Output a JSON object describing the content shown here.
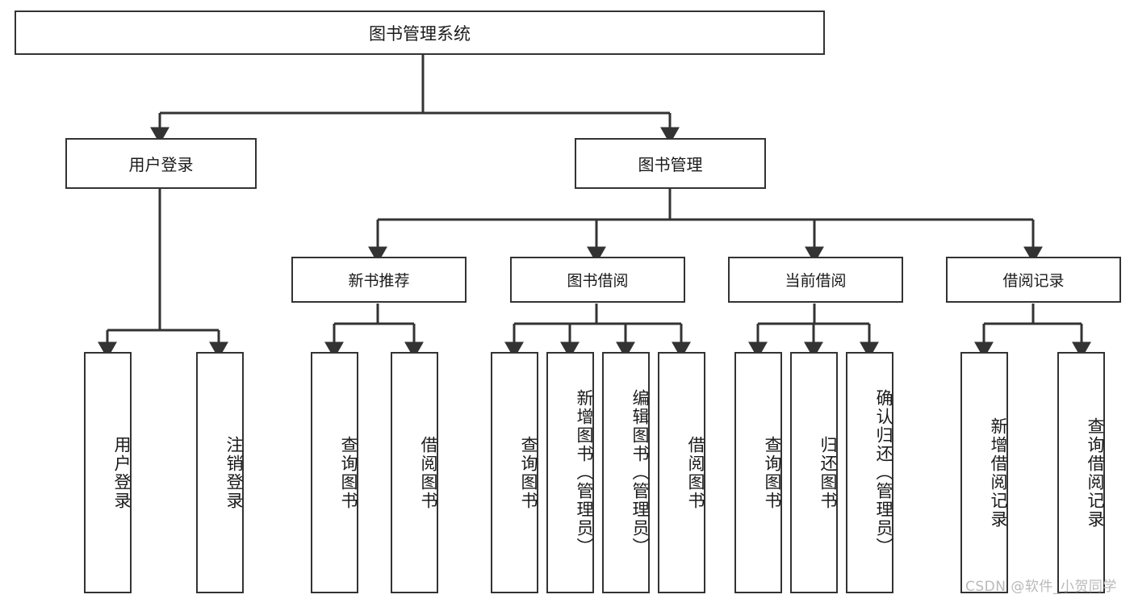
{
  "diagram": {
    "type": "tree",
    "title": "图书管理系统",
    "root": {
      "label": "图书管理系统"
    },
    "level1": [
      {
        "label": "用户登录"
      },
      {
        "label": "图书管理"
      }
    ],
    "level2": [
      {
        "label": "新书推荐"
      },
      {
        "label": "图书借阅"
      },
      {
        "label": "当前借阅"
      },
      {
        "label": "借阅记录"
      }
    ],
    "leaves": [
      {
        "label": "用户登录",
        "parent": "用户登录"
      },
      {
        "label": "注销登录",
        "parent": "用户登录"
      },
      {
        "label": "查询图书",
        "parent": "新书推荐"
      },
      {
        "label": "借阅图书",
        "parent": "新书推荐"
      },
      {
        "label": "查询图书",
        "parent": "图书借阅"
      },
      {
        "label": "新增图书（管理员）",
        "parent": "图书借阅"
      },
      {
        "label": "编辑图书（管理员）",
        "parent": "图书借阅"
      },
      {
        "label": "借阅图书",
        "parent": "图书借阅"
      },
      {
        "label": "查询图书",
        "parent": "当前借阅"
      },
      {
        "label": "归还图书",
        "parent": "当前借阅"
      },
      {
        "label": "确认归还（管理员）",
        "parent": "当前借阅"
      },
      {
        "label": "新增借阅记录",
        "parent": "借阅记录"
      },
      {
        "label": "查询借阅记录",
        "parent": "借阅记录"
      }
    ]
  },
  "watermark": {
    "text": "CSDN @软件_小贺同学"
  },
  "colors": {
    "stroke": "#333333",
    "background": "#ffffff",
    "text": "#1a1a1a",
    "watermark": "#b9b9b9"
  }
}
